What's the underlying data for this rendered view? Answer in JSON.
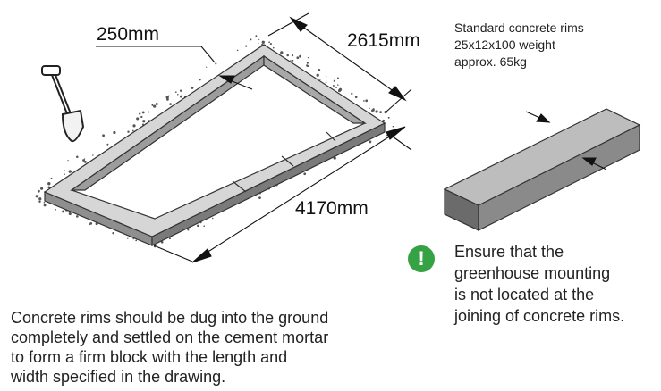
{
  "dimensions": {
    "rim_width": "250mm",
    "short_side": "2615mm",
    "long_side": "4170mm"
  },
  "spec_text": "Standard concrete rims\n25x12x100 weight\napprox. 65kg",
  "warning": {
    "icon": "exclamation-icon",
    "symbol": "!",
    "color": "#35a244",
    "text": "Ensure that the\ngreenhouse mounting\nis not located at the\njoining of concrete rims."
  },
  "instructions": "Concrete rims should be dug into the ground\ncompletely and settled on the cement mortar\nto form a firm block with the length and\nwidth specified in the drawing.",
  "colors": {
    "frame_top": "#d6d6d6",
    "frame_side": "#8f8f8f",
    "block_top": "#bdbdbd",
    "block_front": "#8a8a8a",
    "block_end": "#6b6b6b"
  }
}
